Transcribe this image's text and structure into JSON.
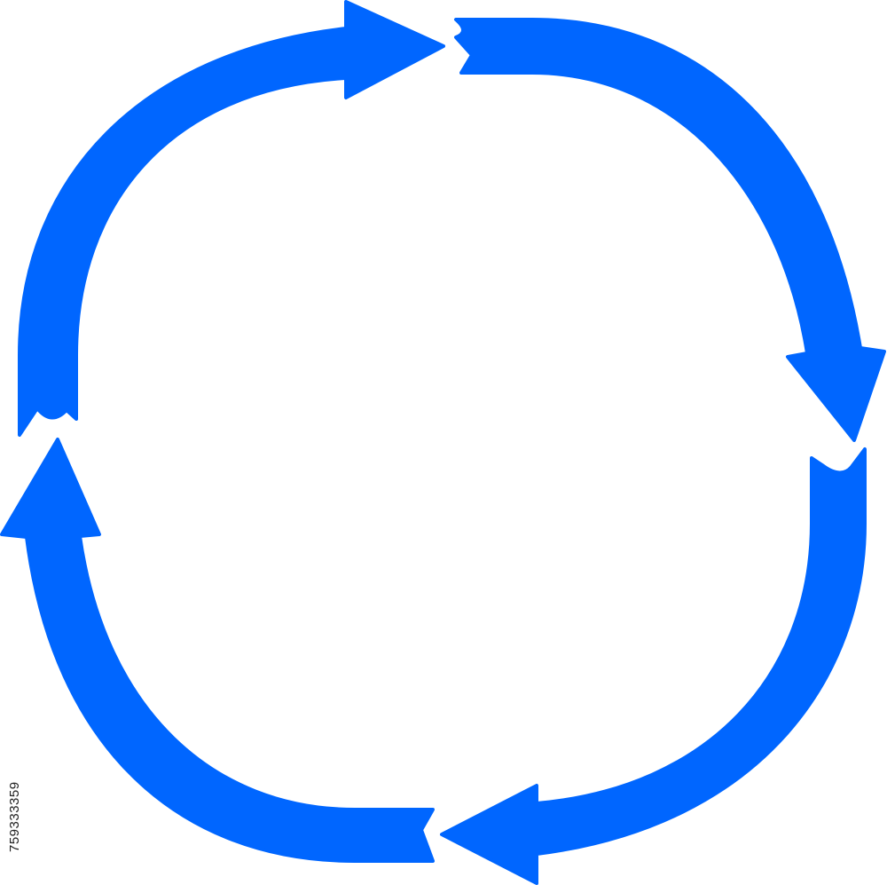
{
  "diagram": {
    "type": "cycle-arrows",
    "arrow_count": 4,
    "direction": "clockwise",
    "arrow_color": "#0066FF",
    "background_color": "#FFFFFF",
    "icons": [
      "arrow-top",
      "arrow-right",
      "arrow-bottom",
      "arrow-left"
    ]
  },
  "watermark": {
    "stock_id": "759333359"
  }
}
